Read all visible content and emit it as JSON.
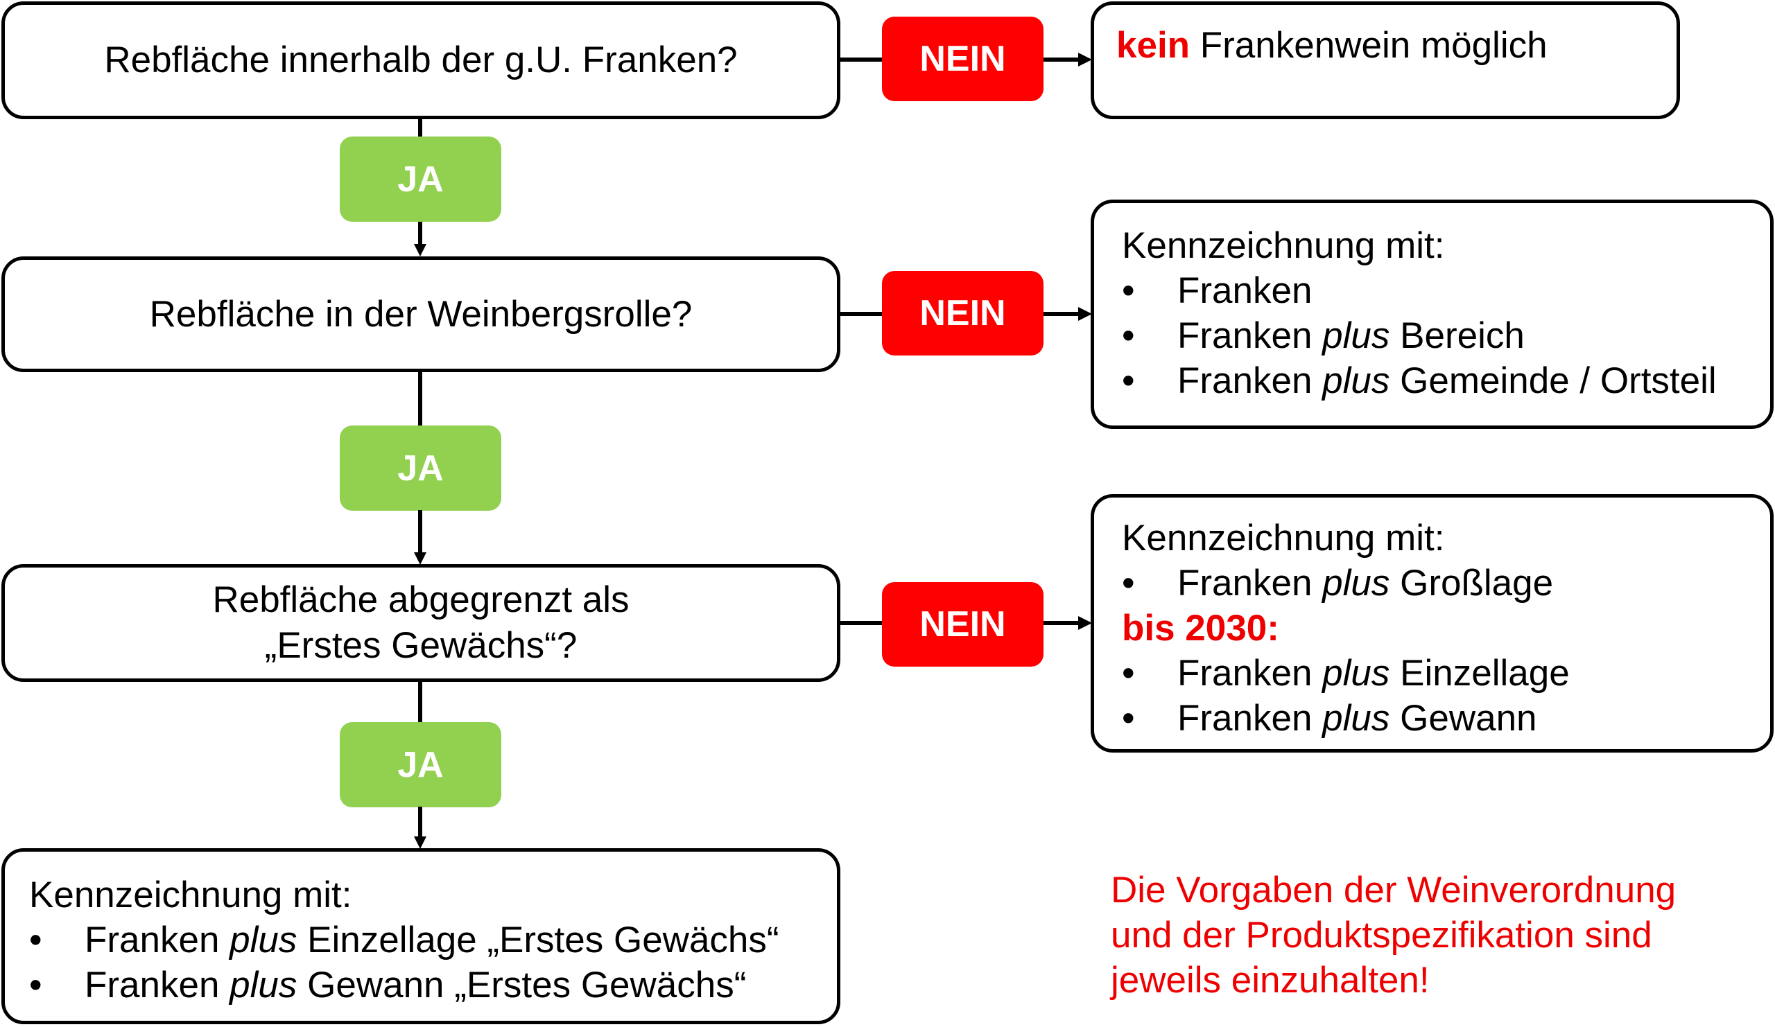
{
  "colors": {
    "nein": "#ff0000",
    "ja": "#92d050",
    "accent_red": "#ee0000",
    "border": "#000000"
  },
  "steps": [
    {
      "question": "Rebfläche innerhalb der g.U. Franken?",
      "yes": "JA",
      "no": "NEIN"
    },
    {
      "question": "Rebfläche in der Weinbergsrolle?",
      "yes": "JA",
      "no": "NEIN"
    },
    {
      "question_line1": "Rebfläche abgegrenzt als",
      "question_line2": "„Erstes Gewächs“?",
      "yes": "JA",
      "no": "NEIN"
    }
  ],
  "outcomes": {
    "no1": {
      "prefix": "kein",
      "text": " Frankenwein möglich"
    },
    "no2": {
      "heading": "Kennzeichnung mit:",
      "items": [
        {
          "bullet": "•",
          "base": "Franken",
          "plus": "",
          "rest": ""
        },
        {
          "bullet": "•",
          "base": "Franken ",
          "plus": "plus",
          "rest": " Bereich"
        },
        {
          "bullet": "•",
          "base": "Franken ",
          "plus": "plus",
          "rest": " Gemeinde / Ortsteil"
        }
      ]
    },
    "no3": {
      "heading": "Kennzeichnung mit:",
      "items_before": [
        {
          "bullet": "•",
          "base": "Franken ",
          "plus": "plus",
          "rest": " Großlage"
        }
      ],
      "deadline": "bis 2030:",
      "items_after": [
        {
          "bullet": "•",
          "base": "Franken ",
          "plus": "plus",
          "rest": " Einzellage"
        },
        {
          "bullet": "•",
          "base": "Franken ",
          "plus": "plus",
          "rest": " Gewann"
        }
      ]
    },
    "yes_final": {
      "heading": "Kennzeichnung mit:",
      "items": [
        {
          "bullet": "•",
          "base": "Franken ",
          "plus": "plus",
          "rest": " Einzellage „Erstes Gewächs“"
        },
        {
          "bullet": "•",
          "base": "Franken ",
          "plus": "plus",
          "rest": " Gewann „Erstes Gewächs“"
        }
      ]
    }
  },
  "note": {
    "line1": "Die Vorgaben der Weinverordnung",
    "line2": "und der Produktspezifikation sind",
    "line3": "jeweils einzuhalten!"
  }
}
